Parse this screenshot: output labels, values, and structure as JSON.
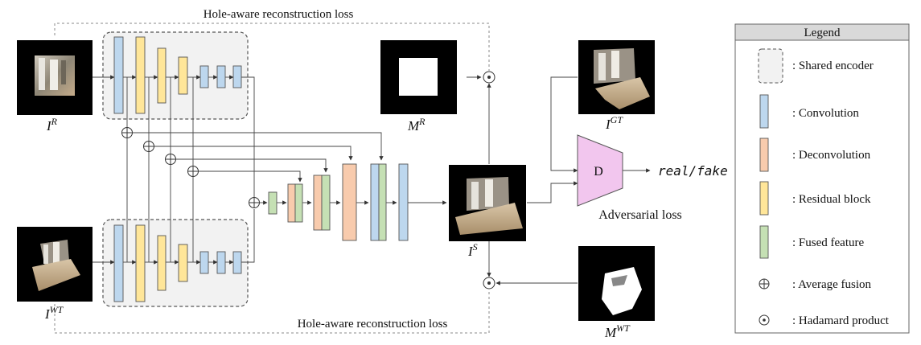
{
  "top_label": "Hole-aware reconstruction loss",
  "bottom_label": "Hole-aware reconstruction loss",
  "images": {
    "ir": {
      "base": "I",
      "sup": "R"
    },
    "iwt": {
      "base": "I",
      "sup": "WT"
    },
    "mr": {
      "base": "M",
      "sup": "R"
    },
    "is": {
      "base": "I",
      "sup": "S"
    },
    "igt": {
      "base": "I",
      "sup": "GT"
    },
    "mwt": {
      "base": "M",
      "sup": "WT"
    }
  },
  "discriminator": {
    "label": "D",
    "caption": "Adversarial loss",
    "output": "real/fake"
  },
  "legend": {
    "title": "Legend",
    "items": [
      {
        "label": ": Shared encoder",
        "kind": "dashed-box"
      },
      {
        "label": ": Convolution",
        "kind": "block",
        "color": "#bdd7ee"
      },
      {
        "label": ": Deconvolution",
        "kind": "block",
        "color": "#f8cbad"
      },
      {
        "label": ": Residual block",
        "kind": "block",
        "color": "#ffe699"
      },
      {
        "label": ": Fused feature",
        "kind": "block",
        "color": "#c5e0b4"
      },
      {
        "label": ": Average fusion",
        "kind": "oplus"
      },
      {
        "label": ": Hadamard product",
        "kind": "odot"
      }
    ]
  },
  "colors": {
    "convolution": "#bdd7ee",
    "deconvolution": "#f8cbad",
    "residual": "#ffe699",
    "fused": "#c5e0b4",
    "discriminator": "#f2c6ee",
    "encoder_fill": "#f2f2f2"
  }
}
